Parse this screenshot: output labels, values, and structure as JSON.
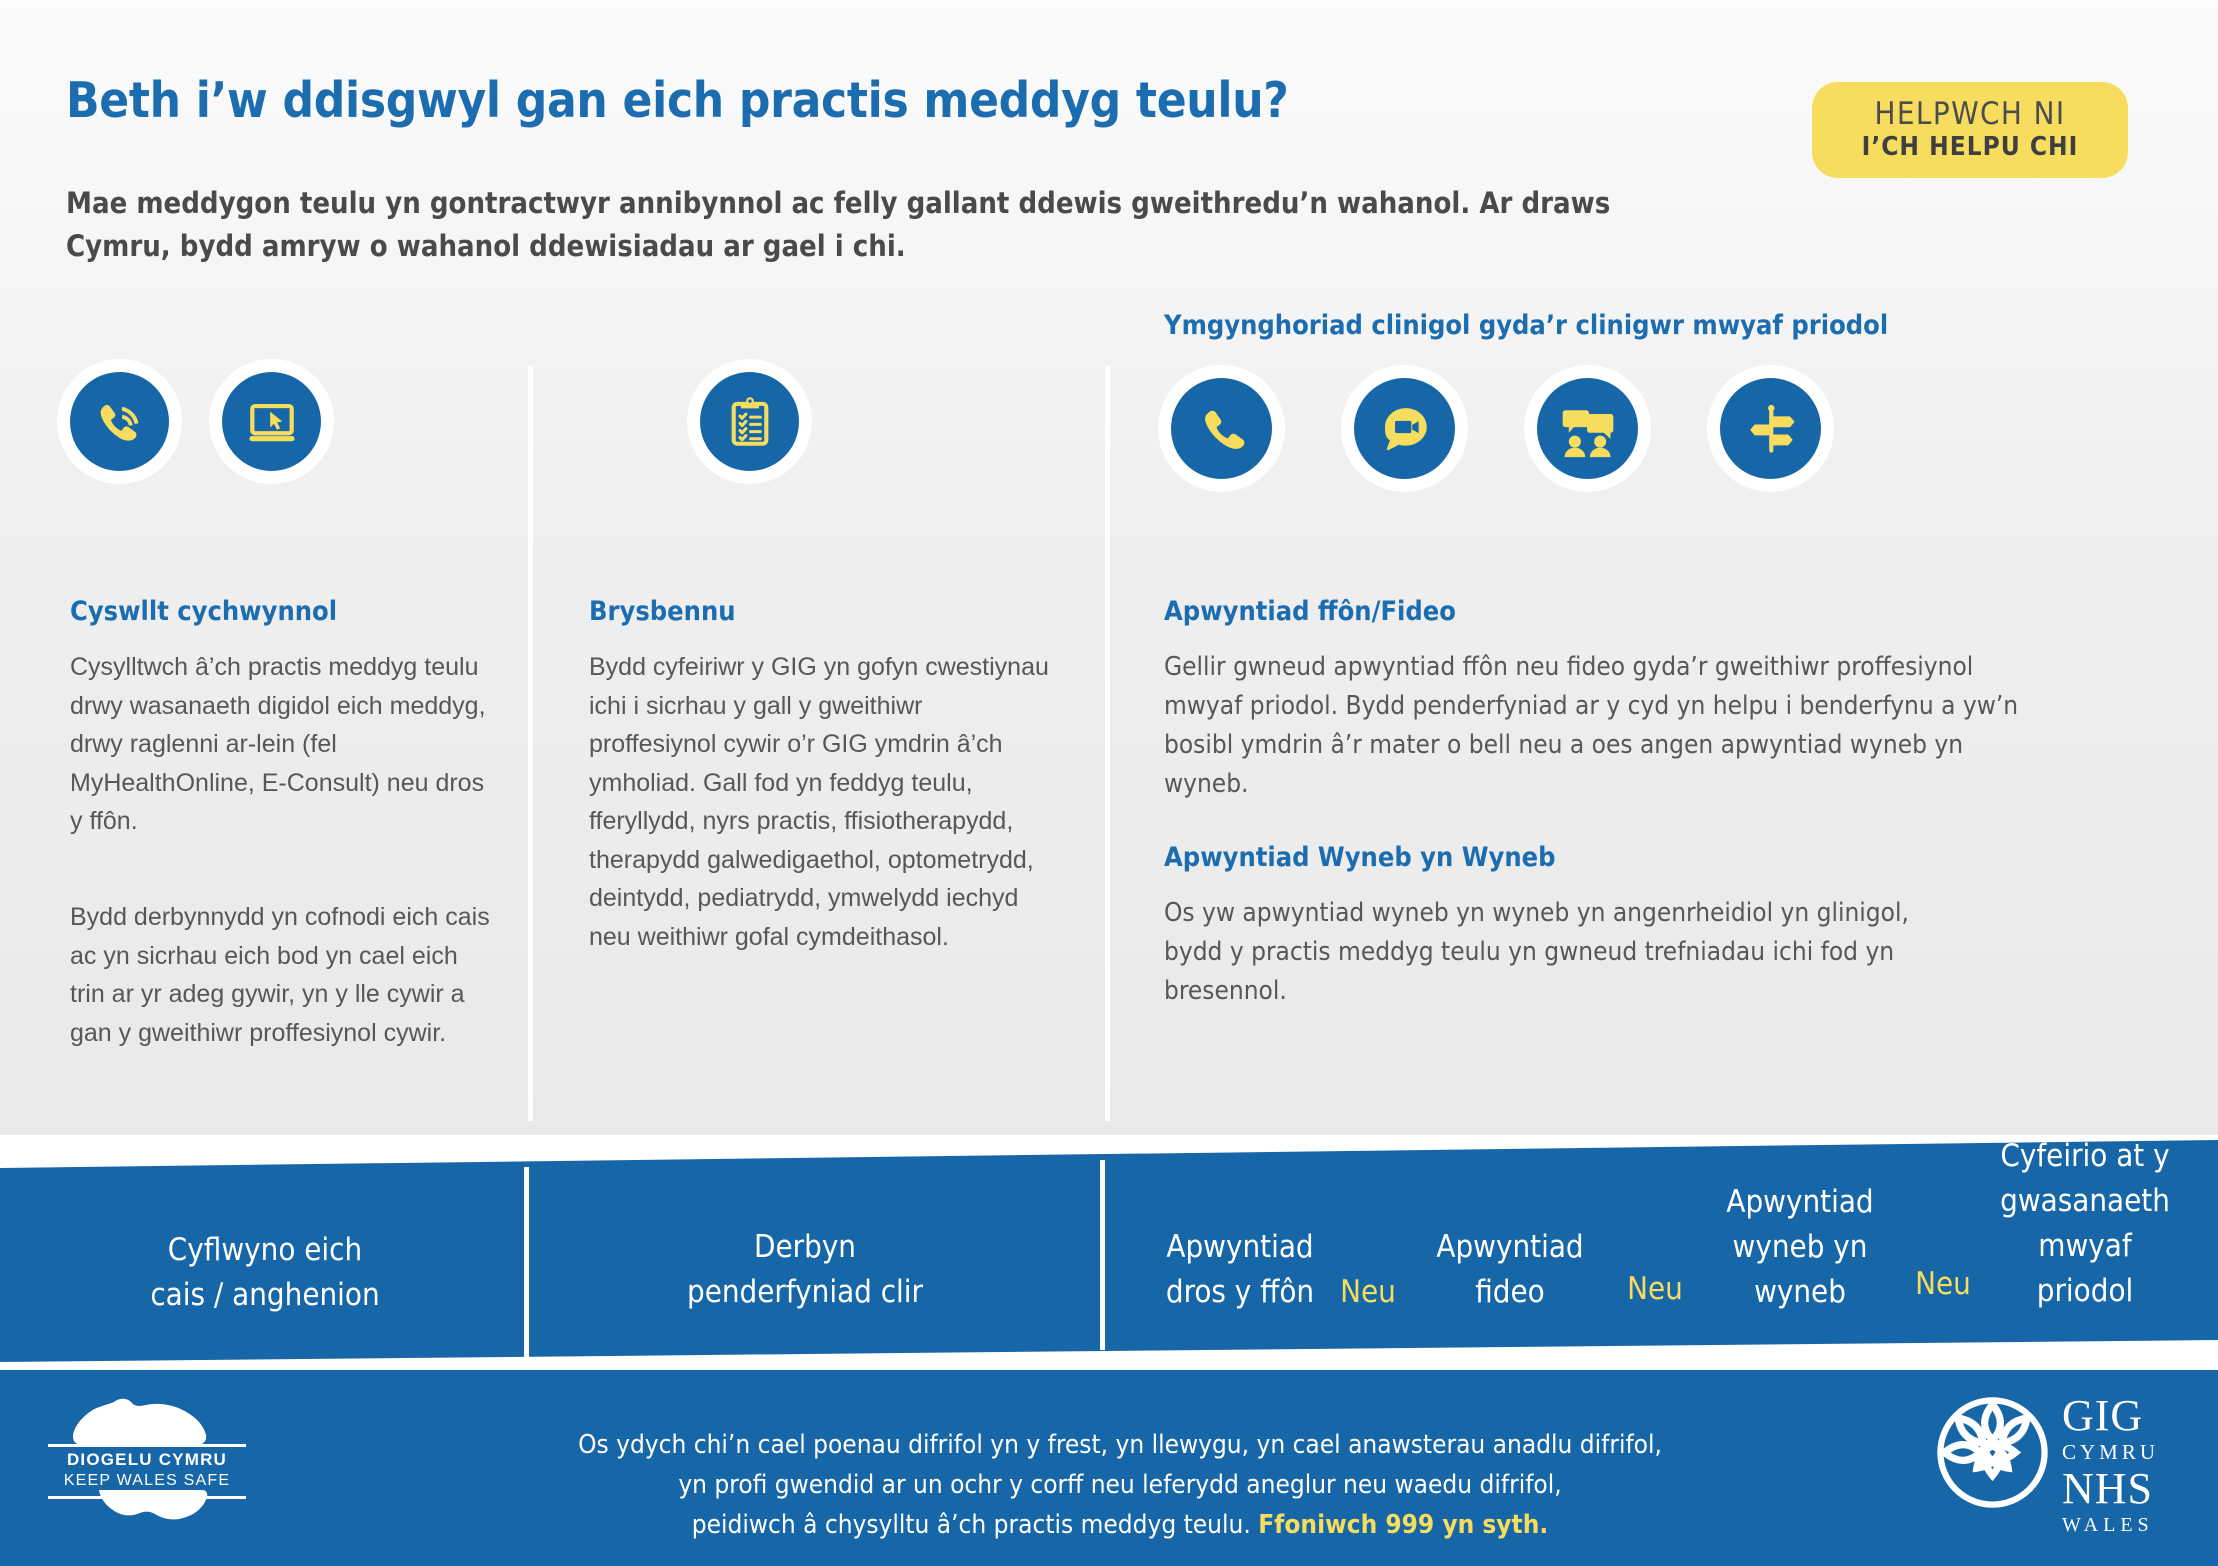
{
  "header": {
    "title": "Beth i’w ddisgwyl gan eich practis meddyg teulu?",
    "subtitle": "Mae meddygon teulu yn gontractwyr annibynnol ac felly gallant ddewis gweithredu’n wahanol. Ar draws Cymru, bydd amryw o wahanol ddewisiadau ar gael i chi.",
    "badge_line1": "HELPWCH NI",
    "badge_line2": "I’CH HELPU CHI",
    "badge_color": "#f7dd5e"
  },
  "colors": {
    "brand_blue": "#1767a8",
    "heading_blue": "#1c6cb0",
    "accent_yellow": "#f7dd5e",
    "body_grey": "#575757",
    "panel_grey": "#e9e9e9"
  },
  "columns": [
    {
      "heading": "Cyswllt cychwynnol",
      "paragraphs": [
        "Cysylltwch â’ch practis meddyg teulu drwy wasanaeth digidol eich meddyg, drwy raglenni ar-lein (fel MyHealthOnline, E-Consult) neu dros y ffôn.",
        "Bydd derbynnydd yn cofnodi eich cais ac yn sicrhau eich bod yn cael eich trin ar yr adeg gywir, yn y lle cywir a gan y gweithiwr proffesiynol cywir."
      ],
      "icons": [
        "phone-ringing-icon",
        "laptop-cursor-icon"
      ]
    },
    {
      "heading": "Brysbennu",
      "paragraphs": [
        "Bydd cyfeiriwr y GIG yn gofyn cwestiynau ichi i sicrhau y gall y gweithiwr proffesiynol cywir o’r GIG ymdrin â’ch ymholiad. Gall fod yn feddyg teulu, fferyllydd, nyrs practis, ffisiotherapydd, therapydd galwedigaethol, optometrydd, deintydd, pediatrydd, ymwelydd iechyd neu weithiwr gofal cymdeithasol."
      ],
      "icons": [
        "clipboard-checklist-icon"
      ]
    }
  ],
  "right_section": {
    "label": "Ymgynghoriad clinigol gyda’r clinigwr mwyaf priodol",
    "icons": [
      "phone-icon",
      "video-chat-icon",
      "people-talking-icon",
      "signpost-icon"
    ],
    "blocks": [
      {
        "heading": "Apwyntiad ffôn/Fideo",
        "body": "Gellir gwneud apwyntiad ffôn neu fideo gyda’r gweithiwr proffesiynol mwyaf priodol. Bydd penderfyniad ar y cyd yn helpu i benderfynu a yw’n bosibl ymdrin â’r mater o bell neu a oes angen apwyntiad wyneb yn wyneb."
      },
      {
        "heading": "Apwyntiad Wyneb yn Wyneb",
        "body": "Os yw apwyntiad wyneb yn wyneb yn angenrheidiol yn glinigol, bydd y practis meddyg teulu yn gwneud trefniadau ichi fod yn bresennol."
      }
    ]
  },
  "process_banner": {
    "step1": "Cyflwyno eich\ncais / anghenion",
    "step2": "Derbyn\npenderfyniad clir",
    "step3_options": [
      "Apwyntiad\ndros y ffôn",
      "Apwyntiad\nfideo",
      "Apwyntiad\nwyneb yn\nwyneb",
      "Cyfeirio at y\ngwasanaeth\nmwyaf\npriodol"
    ],
    "separator": "Neu"
  },
  "footer": {
    "line1": "Os ydych chi’n cael poenau difrifol yn y frest, yn llewygu, yn cael anawsterau anadlu difrifol,",
    "line2": "yn profi gwendid ar un ochr y corff neu leferydd aneglur neu waedu difrifol,",
    "line3_normal": "peidiwch â chysylltu â’ch practis meddyg teulu. ",
    "line3_emphasis": "Ffoniwch 999 yn syth.",
    "keep_wales_safe": {
      "line1": "DIOGELU CYMRU",
      "line2": "KEEP WALES SAFE"
    },
    "nhs_logo": {
      "line1": "GIG",
      "line2": "CYMRU",
      "line3": "NHS",
      "line4": "WALES"
    }
  }
}
